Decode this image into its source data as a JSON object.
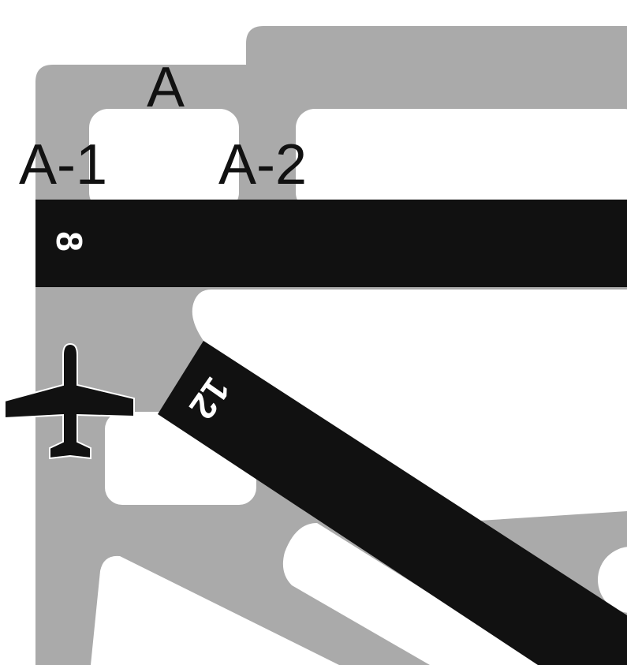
{
  "diagram": {
    "taxiway_labels": {
      "main": "A",
      "left": "A-1",
      "right": "A-2"
    },
    "runways": [
      {
        "label": "8"
      },
      {
        "label": "12"
      }
    ],
    "icons": {
      "airplane": "airplane-icon"
    },
    "colors": {
      "pavement": "#aaaaaa",
      "runway": "#111111",
      "background": "#ffffff"
    }
  }
}
